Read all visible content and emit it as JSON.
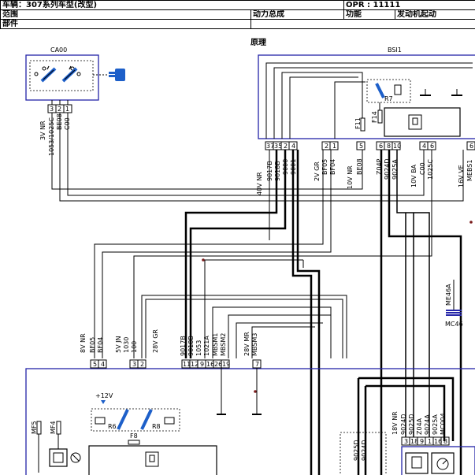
{
  "header": {
    "vehicle_label": "车辆：307系列车型(改型)",
    "opr_label": "OPR : 11111",
    "scope_label": "范围",
    "scope_value": "动力总成",
    "function_label": "功能",
    "function_value": "发动机起动",
    "parts_label": "部件",
    "principle_label": "原理"
  },
  "components": {
    "ca00": "CA00",
    "bsi1": "BSI1",
    "mc46": "MC46",
    "me46a": "ME46A",
    "r7": "R7",
    "f11": "F11",
    "f14": "F14",
    "r6": "R6",
    "r8": "R8",
    "f8": "F8",
    "mf5": "MF5",
    "mf4": "MF4",
    "plus12v": "+12V"
  },
  "ca00_connector": {
    "pins": [
      "3",
      "2",
      "1"
    ],
    "conn_label": "3V NR",
    "wire_codes": [
      "1053/1025C",
      "BE08",
      "C00"
    ]
  },
  "bsi_connectors": [
    {
      "label": "40V NR",
      "pins": [
        "37",
        "35",
        "2",
        "4"
      ],
      "codes": [
        "9017B",
        "9018B",
        "9000",
        "9001"
      ]
    },
    {
      "label": "2V GR",
      "pins": [
        "2",
        "1"
      ],
      "codes": [
        "BF05",
        "BF04"
      ]
    },
    {
      "label": "10V NR",
      "pins": [
        "5"
      ],
      "codes": [
        "BE08"
      ]
    },
    {
      "label": "",
      "pins": [
        "6",
        "8",
        "10"
      ],
      "codes": [
        "Z04P",
        "9024D",
        "9025A"
      ]
    },
    {
      "label": "10V BA",
      "pins": [
        "4",
        "6"
      ],
      "codes": [
        "C00",
        "1025C"
      ]
    },
    {
      "label": "16V VE",
      "pins": [
        "6"
      ],
      "codes": [
        "MEBS1"
      ]
    }
  ],
  "bottom_connectors": [
    {
      "label": "8V NR",
      "pins": [
        "5",
        "4"
      ],
      "codes": [
        "BF05",
        "BF04"
      ]
    },
    {
      "label": "5V JN",
      "pins": [
        "3",
        "2"
      ],
      "codes": [
        "1030",
        "100"
      ]
    },
    {
      "label": "28V GR",
      "pins": [
        "11",
        "12",
        "9",
        "16",
        "26",
        "19"
      ],
      "codes": [
        "9017B",
        "9018B",
        "1053",
        "1021A",
        "MBSM1",
        "MBSM2"
      ]
    },
    {
      "label": "28V MR",
      "pins": [
        "7"
      ],
      "codes": [
        "MBSM3"
      ]
    },
    {
      "label": "18V NR",
      "pins": [
        "3",
        "18",
        "9",
        "1",
        "16",
        "8"
      ],
      "codes": [
        "9024D",
        "9025D",
        "Z04A",
        "9024A",
        "9025A",
        "MC004"
      ]
    }
  ],
  "box_codes": [
    "9025D",
    "9024D"
  ]
}
